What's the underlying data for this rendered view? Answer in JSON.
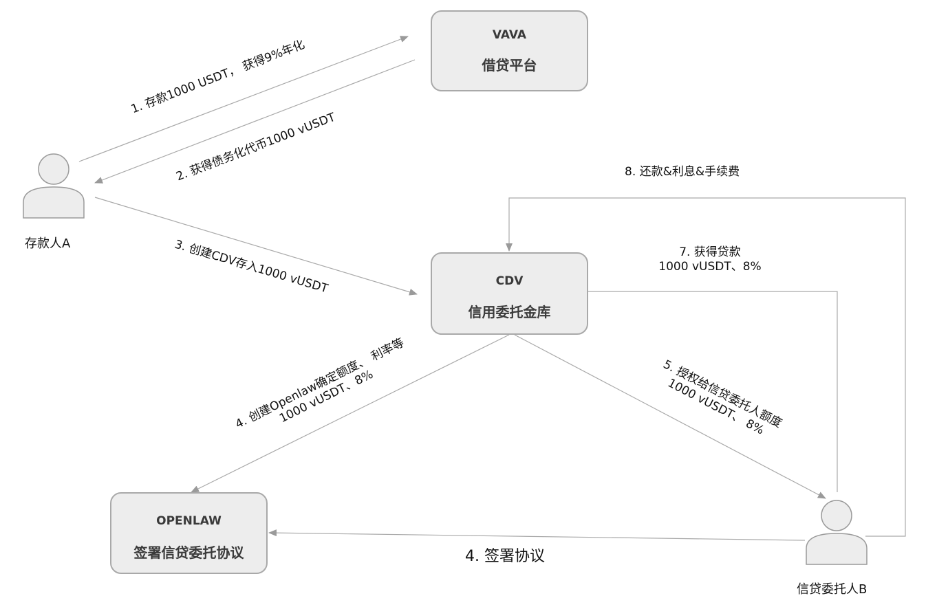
{
  "nodes": {
    "vava": {
      "title": "VAVA",
      "subtitle": "借贷平台"
    },
    "cdv": {
      "title": "CDV",
      "subtitle": "信用委托金库"
    },
    "openlaw": {
      "title": "OPENLAW",
      "subtitle": "签署信贷委托协议"
    }
  },
  "actors": {
    "depositor": {
      "name": "存款人A"
    },
    "delegate": {
      "name": "信贷委托人B"
    }
  },
  "edges": {
    "step1": "1. 存款1000 USDT， 获得9%年化",
    "step2": "2. 获得债务化代币1000 vUSDT",
    "step3": "3. 创建CDV存入1000 vUSDT",
    "step4a_line1": "4. 创建Openlaw确定额度、 利率等",
    "step4a_line2": "1000 vUSDT、8%",
    "step4b": "4. 签署协议",
    "step5_line1": "5. 授权给信贷委托人额度",
    "step5_line2": "1000 vUSDT、 8%",
    "step7_line1": "7. 获得贷款",
    "step7_line2": "1000 vUSDT、8%",
    "step8": "8. 还款&利息&手续费"
  }
}
